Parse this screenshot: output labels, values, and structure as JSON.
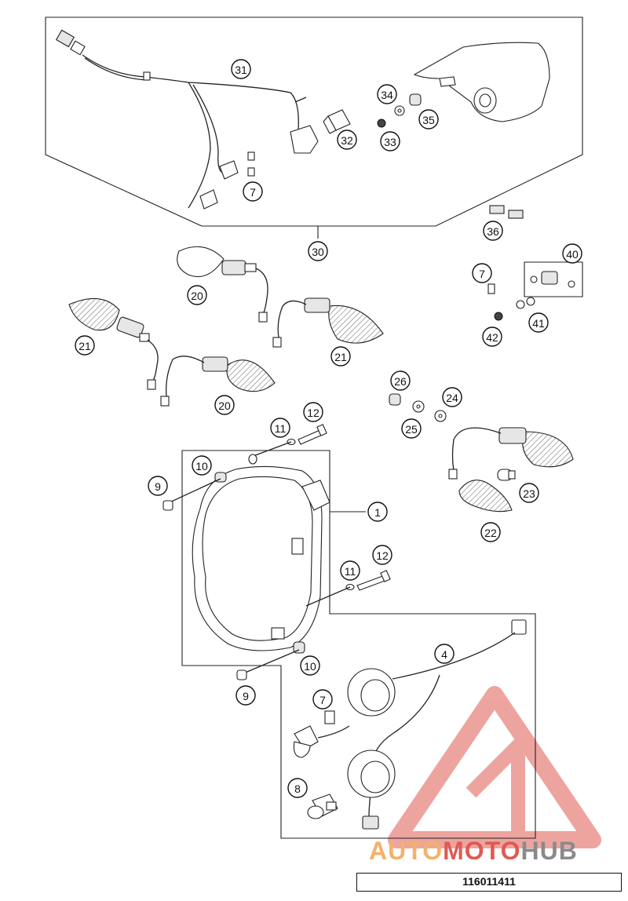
{
  "callouts": [
    {
      "id": "c31",
      "label": "31"
    },
    {
      "id": "c34",
      "label": "34"
    },
    {
      "id": "c35",
      "label": "35"
    },
    {
      "id": "c32",
      "label": "32"
    },
    {
      "id": "c33",
      "label": "33"
    },
    {
      "id": "c7a",
      "label": "7"
    },
    {
      "id": "c30",
      "label": "30"
    },
    {
      "id": "c36",
      "label": "36"
    },
    {
      "id": "c40",
      "label": "40"
    },
    {
      "id": "c20a",
      "label": "20"
    },
    {
      "id": "c7b",
      "label": "7"
    },
    {
      "id": "c41",
      "label": "41"
    },
    {
      "id": "c42",
      "label": "42"
    },
    {
      "id": "c21a",
      "label": "21"
    },
    {
      "id": "c21b",
      "label": "21"
    },
    {
      "id": "c20b",
      "label": "20"
    },
    {
      "id": "c26",
      "label": "26"
    },
    {
      "id": "c24",
      "label": "24"
    },
    {
      "id": "c25",
      "label": "25"
    },
    {
      "id": "c12a",
      "label": "12"
    },
    {
      "id": "c11a",
      "label": "11"
    },
    {
      "id": "c10a",
      "label": "10"
    },
    {
      "id": "c9a",
      "label": "9"
    },
    {
      "id": "c1",
      "label": "1"
    },
    {
      "id": "c23",
      "label": "23"
    },
    {
      "id": "c22",
      "label": "22"
    },
    {
      "id": "c12b",
      "label": "12"
    },
    {
      "id": "c11b",
      "label": "11"
    },
    {
      "id": "c4",
      "label": "4"
    },
    {
      "id": "c10b",
      "label": "10"
    },
    {
      "id": "c9b",
      "label": "9"
    },
    {
      "id": "c7c",
      "label": "7"
    },
    {
      "id": "c8",
      "label": "8"
    }
  ],
  "watermark": {
    "part1": "AUTO",
    "part2": "MOTO",
    "part3": "HUB"
  },
  "drawing_number": "116011411",
  "colors": {
    "watermark_orange": "#f4b16b",
    "watermark_red": "#e05a52",
    "watermark_grey": "#8a8a8a"
  }
}
